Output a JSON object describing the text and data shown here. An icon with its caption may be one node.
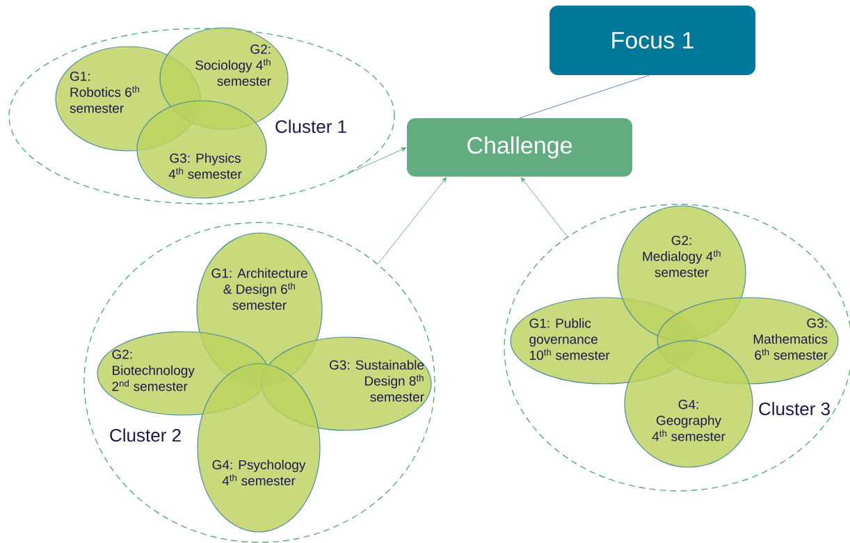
{
  "diagram": {
    "nodes": [
      {
        "text": [
          "Focus 1"
        ]
      },
      {
        "text": [
          "Challenge"
        ]
      },
      {
        "text": [
          "Cluster 1"
        ]
      },
      {
        "text": [
          "G1: Robotics 6$^{th}$ semester"
        ],
        "in": 2
      },
      {
        "text": [
          "G2: Sociology 4$^{th}$ semester"
        ],
        "in": 2
      },
      {
        "text": [
          "G3: Physics 4$^{th}$ semester"
        ],
        "in": 2
      },
      {
        "text": [
          "Cluster 2"
        ]
      },
      {
        "text": [
          "G1: Architecture & Design 6$^{th}$ semester"
        ],
        "in": 6
      },
      {
        "text": [
          "G2: Biotechnology 2$^{nd}$ semester"
        ],
        "in": 6
      },
      {
        "text": [
          "G3: Sustainable Design 8$^{th}$ semester"
        ],
        "in": 6
      },
      {
        "text": [
          "G4: Psychology 4$^{th}$ semester"
        ],
        "in": 6
      },
      {
        "text": [
          "Cluster 3"
        ]
      },
      {
        "text": [
          "G1: Public governance 10$^{th}$ semester"
        ],
        "in": 11
      },
      {
        "text": [
          "G2: Medialogy 4$^{th}$ semester"
        ],
        "in": 11
      },
      {
        "text": [
          "G3: Mathematics 6$^{th}$ semester"
        ],
        "in": 11
      },
      {
        "text": [
          "G4: Geography 4$^{th}$ semester"
        ],
        "in": 11
      }
    ],
    "edges": [
      {
        "from": 0,
        "to": 1,
        "arrow": "none",
        "color": "#4472c4"
      },
      {
        "from": 2,
        "to": 1,
        "arrow": "to"
      },
      {
        "from": 6,
        "to": 1,
        "arrow": "to"
      },
      {
        "from": 11,
        "to": 1,
        "arrow": "to"
      }
    ]
  }
}
